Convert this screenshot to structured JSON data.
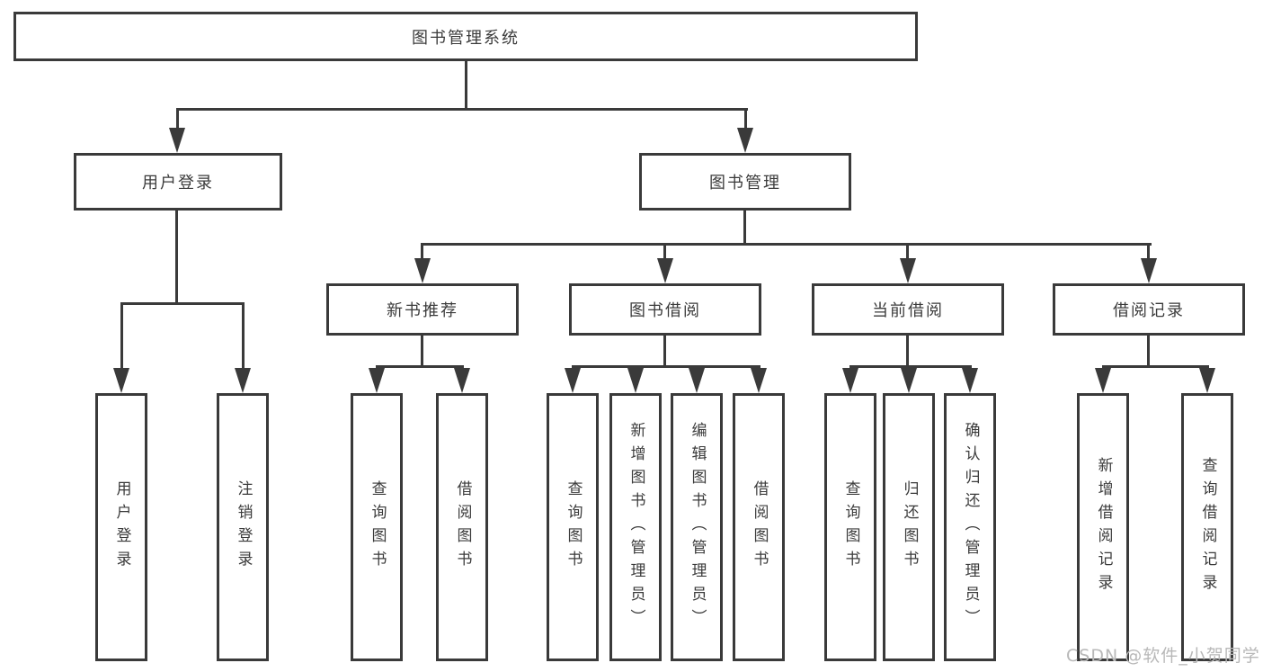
{
  "colors": {
    "background": "#ffffff",
    "line": "#3a3a3a",
    "text": "#3b3b3b",
    "watermark": "#b8b8b8"
  },
  "diagram_type": "hierarchy-tree",
  "tree": {
    "root": {
      "label": "图书管理系统"
    },
    "children": [
      {
        "label": "用户登录",
        "children": [
          {
            "label": "用户登录"
          },
          {
            "label": "注销登录"
          }
        ]
      },
      {
        "label": "图书管理",
        "children": [
          {
            "label": "新书推荐",
            "children": [
              {
                "label": "查询图书"
              },
              {
                "label": "借阅图书"
              }
            ]
          },
          {
            "label": "图书借阅",
            "children": [
              {
                "label": "查询图书"
              },
              {
                "label": "新增图书（管理员）"
              },
              {
                "label": "编辑图书（管理员）"
              },
              {
                "label": "借阅图书"
              }
            ]
          },
          {
            "label": "当前借阅",
            "children": [
              {
                "label": "查询图书"
              },
              {
                "label": "归还图书"
              },
              {
                "label": "确认归还（管理员）"
              }
            ]
          },
          {
            "label": "借阅记录",
            "children": [
              {
                "label": "新增借阅记录"
              },
              {
                "label": "查询借阅记录"
              }
            ]
          }
        ]
      }
    ]
  },
  "watermark": {
    "text": "CSDN @软件_小贺同学"
  }
}
